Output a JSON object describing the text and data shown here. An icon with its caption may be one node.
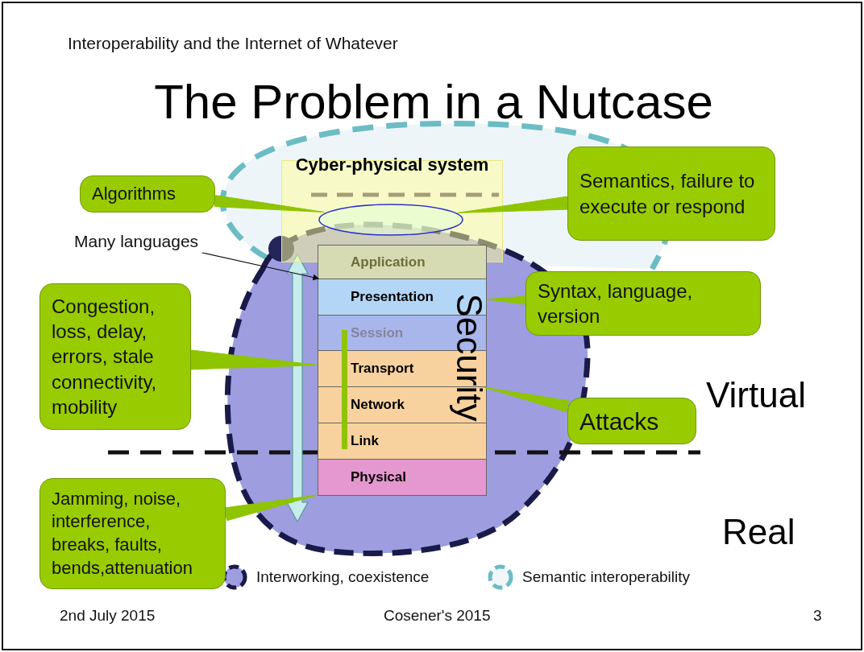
{
  "diagram": {
    "title": "The Problem in a Nutcase",
    "nodes": [
      {
        "text": [
          "Cyber-physical system"
        ]
      },
      {
        "text": [
          "Application"
        ]
      },
      {
        "text": [
          "Presentation"
        ]
      },
      {
        "text": [
          "Session"
        ]
      },
      {
        "text": [
          "Transport"
        ]
      },
      {
        "text": [
          "Network"
        ]
      },
      {
        "text": [
          "Link"
        ]
      },
      {
        "text": [
          "Physical"
        ]
      },
      {
        "text": [
          "Algorithms"
        ]
      },
      {
        "text": [
          "Semantics, failure to execute or respond"
        ]
      },
      {
        "text": [],
        "shape": "ellipse",
        "in": 0
      },
      {
        "text": [
          "Many languages"
        ]
      },
      {
        "text": [
          "Congestion, loss, delay, errors, stale connectivity, mobility"
        ]
      },
      {
        "text": [
          "Syntax, language, version"
        ]
      },
      {
        "text": [
          "Attacks"
        ]
      },
      {
        "text": [
          "Jamming, noise, interference, breaks, faults, bends,attenuation"
        ]
      }
    ],
    "edges": [
      {
        "from": 8,
        "to": 10,
        "arrow": "none"
      },
      {
        "from": 9,
        "to": 10,
        "arrow": "none"
      },
      {
        "from": 11,
        "to": 2,
        "arrow": "to"
      },
      {
        "from": 12,
        "to": 4,
        "arrow": "none"
      },
      {
        "from": 13,
        "to": 2,
        "arrow": "none"
      },
      {
        "from": 14,
        "to": 4,
        "arrow": "none"
      },
      {
        "from": 15,
        "to": 7,
        "arrow": "none"
      }
    ],
    "labels": [
      "Interoperability and the Internet of Whatever",
      "Security",
      "Virtual",
      "Real",
      "2nd July 2015",
      "Cosener's 2015",
      "3"
    ],
    "legend": [
      {
        "text": "Interworking, coexistence"
      },
      {
        "text": "Semantic interoperability"
      }
    ]
  }
}
